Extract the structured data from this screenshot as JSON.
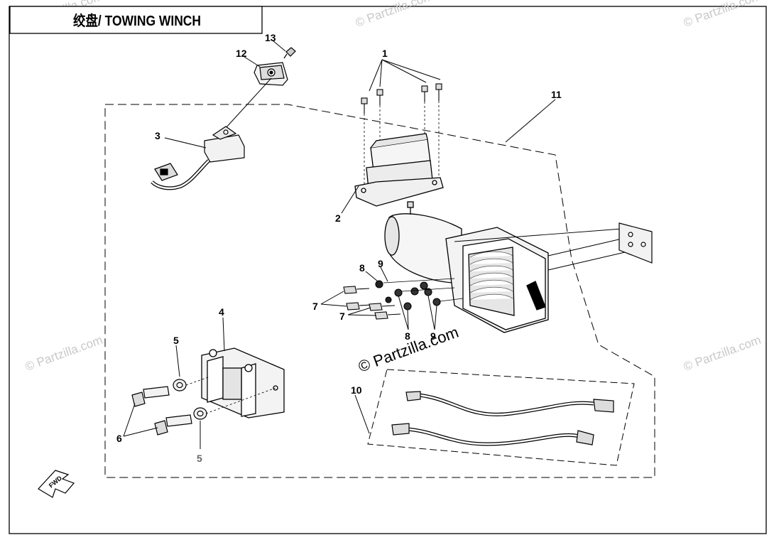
{
  "title": "绞盘/ TOWING WINCH",
  "watermark_small": "© Partzilla.com",
  "watermark_center": "© Partzilla.com",
  "fwd_label": "FWD",
  "callouts": {
    "c1": "1",
    "c2": "2",
    "c3": "3",
    "c4": "4",
    "c5a": "5",
    "c5b": "5",
    "c6": "6",
    "c7a": "7",
    "c7b": "7",
    "c8a": "8",
    "c8b": "8",
    "c9a": "9",
    "c9b": "9",
    "c10": "10",
    "c11": "11",
    "c12": "12",
    "c13": "13"
  }
}
